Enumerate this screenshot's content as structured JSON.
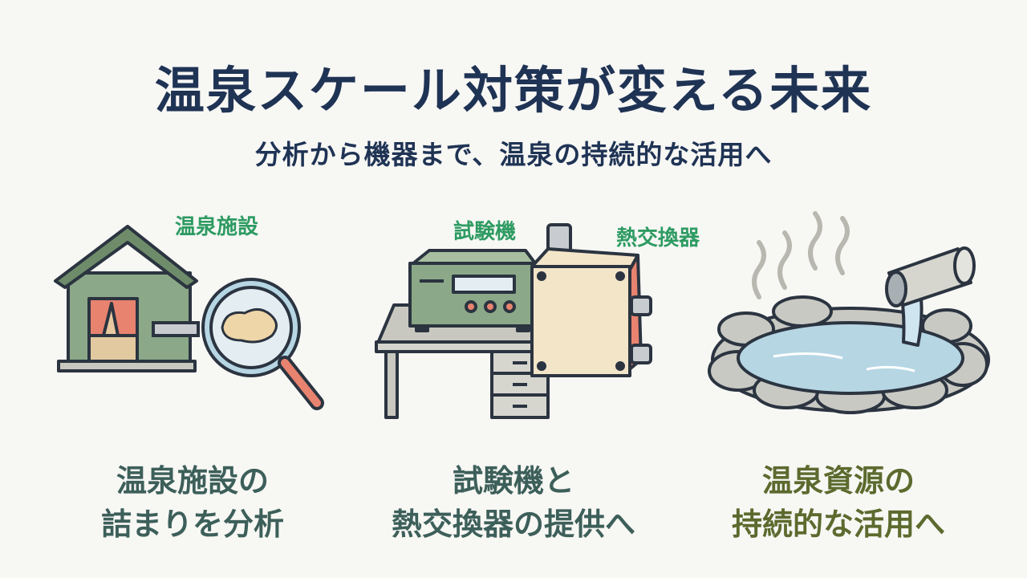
{
  "title": "温泉スケール対策が変える未来",
  "subtitle": "分析から機器まで、温泉の持続的な活用へ",
  "panels": [
    {
      "tags": [
        "温泉施設"
      ],
      "caption": [
        "温泉施設の",
        "詰まりを分析"
      ],
      "caption_color": "#3d5f5a"
    },
    {
      "tags": [
        "試験機",
        "熱交換器"
      ],
      "caption": [
        "試験機と",
        "熱交換器の提供へ"
      ],
      "caption_color": "#3d5f5a"
    },
    {
      "tags": [],
      "caption": [
        "温泉資源の",
        "持続的な活用へ"
      ],
      "caption_color": "#5c6a2e"
    }
  ],
  "colors": {
    "title": "#1f3354",
    "tag": "#2e9b62",
    "house": "#8ba888",
    "salmon": "#e8836f",
    "water": "#b6d6e4",
    "rock": "#c9c9c3"
  },
  "icons": [
    "house-icon",
    "magnifier-icon",
    "scale-deposit-icon",
    "test-machine-icon",
    "desk-icon",
    "heat-exchanger-icon",
    "hot-spring-pool-icon",
    "pipe-icon",
    "steam-icon"
  ]
}
